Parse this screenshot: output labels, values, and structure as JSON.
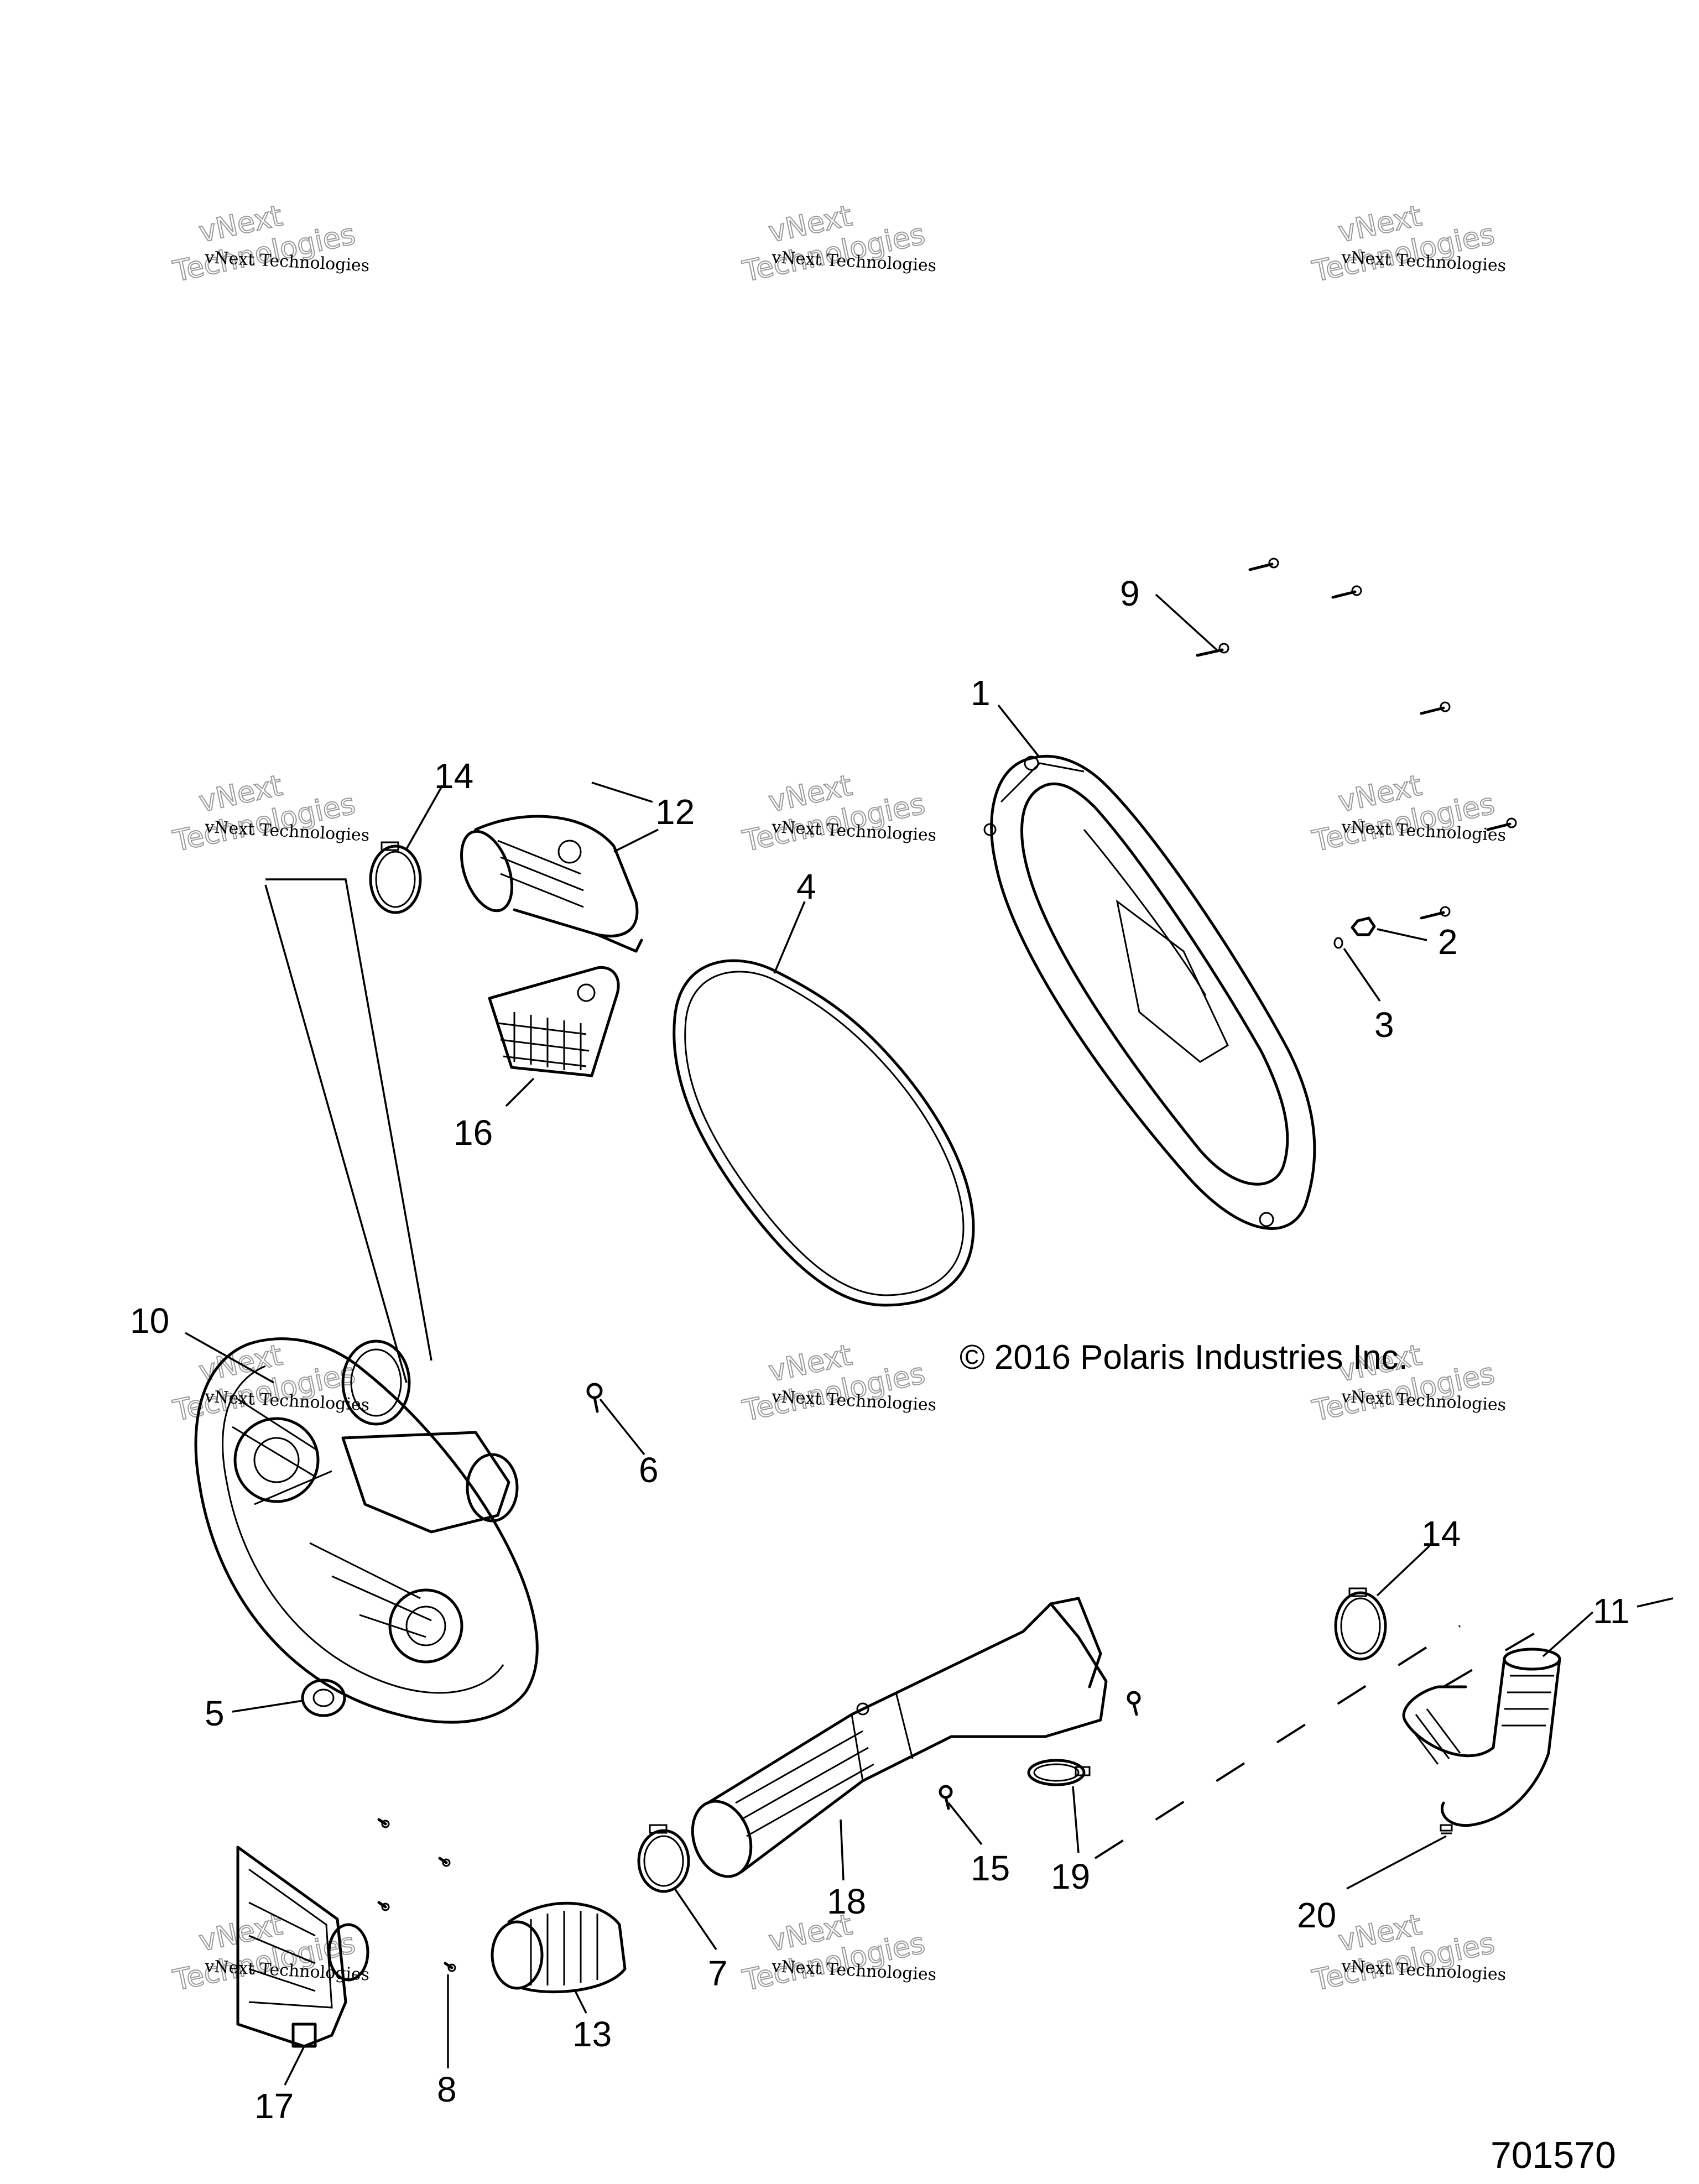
{
  "watermark": {
    "small_text": "vNext Technologies",
    "large_text_line1": "vNext",
    "large_text_line2": "Technologies"
  },
  "copyright": "© 2016 Polaris Industries Inc.",
  "diagram_number": "701570",
  "callouts": [
    {
      "id": "c1",
      "label": "1"
    },
    {
      "id": "c2",
      "label": "2"
    },
    {
      "id": "c3",
      "label": "3"
    },
    {
      "id": "c4",
      "label": "4"
    },
    {
      "id": "c5",
      "label": "5"
    },
    {
      "id": "c6",
      "label": "6"
    },
    {
      "id": "c7",
      "label": "7"
    },
    {
      "id": "c8",
      "label": "8"
    },
    {
      "id": "c9",
      "label": "9"
    },
    {
      "id": "c10",
      "label": "10"
    },
    {
      "id": "c11",
      "label": "11"
    },
    {
      "id": "c12",
      "label": "12"
    },
    {
      "id": "c13",
      "label": "13"
    },
    {
      "id": "c14a",
      "label": "14"
    },
    {
      "id": "c14b",
      "label": "14"
    },
    {
      "id": "c15",
      "label": "15"
    },
    {
      "id": "c16",
      "label": "16"
    },
    {
      "id": "c17",
      "label": "17"
    },
    {
      "id": "c18",
      "label": "18"
    },
    {
      "id": "c19",
      "label": "19"
    },
    {
      "id": "c20",
      "label": "20"
    }
  ]
}
